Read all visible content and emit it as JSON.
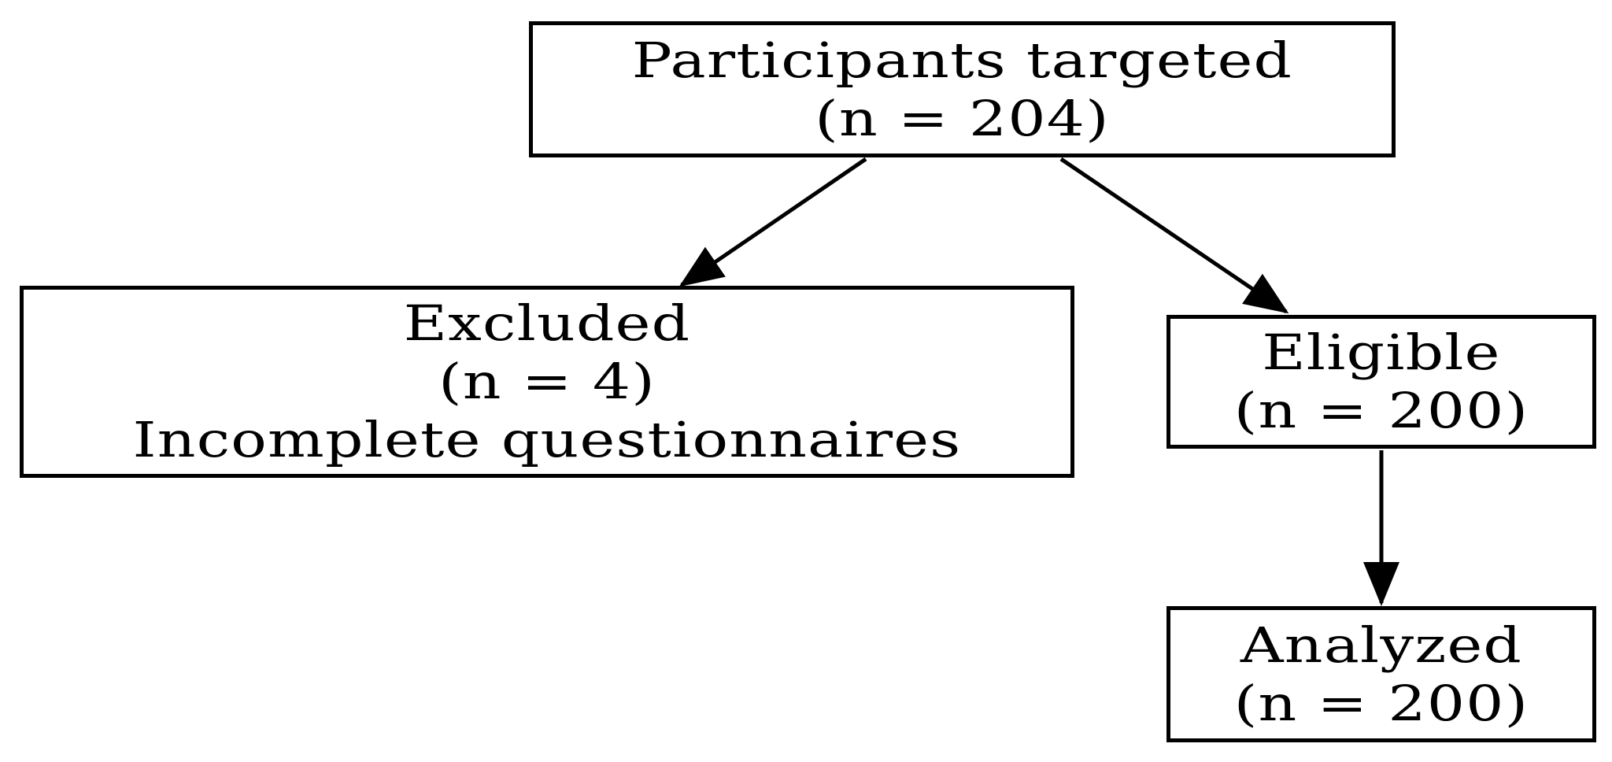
{
  "diagram": {
    "type": "flowchart",
    "background_color": "#ffffff",
    "box_border_color": "#000000",
    "box_fill_color": "#ffffff",
    "text_color": "#000000",
    "boxes": [
      {
        "id": "targeted",
        "lines": [
          "Participants targeted",
          "(n = 204)"
        ]
      },
      {
        "id": "excluded",
        "lines": [
          "Excluded",
          "(n = 4)",
          "Incomplete questionnaires"
        ]
      },
      {
        "id": "eligible",
        "lines": [
          "Eligible",
          "(n = 200)"
        ]
      },
      {
        "id": "analyzed",
        "lines": [
          "Analyzed",
          "(n = 200)"
        ]
      }
    ],
    "edges": [
      {
        "from": "targeted",
        "to": "excluded",
        "style": "solid-arrow"
      },
      {
        "from": "targeted",
        "to": "eligible",
        "style": "solid-arrow"
      },
      {
        "from": "eligible",
        "to": "analyzed",
        "style": "solid-arrow"
      }
    ]
  }
}
